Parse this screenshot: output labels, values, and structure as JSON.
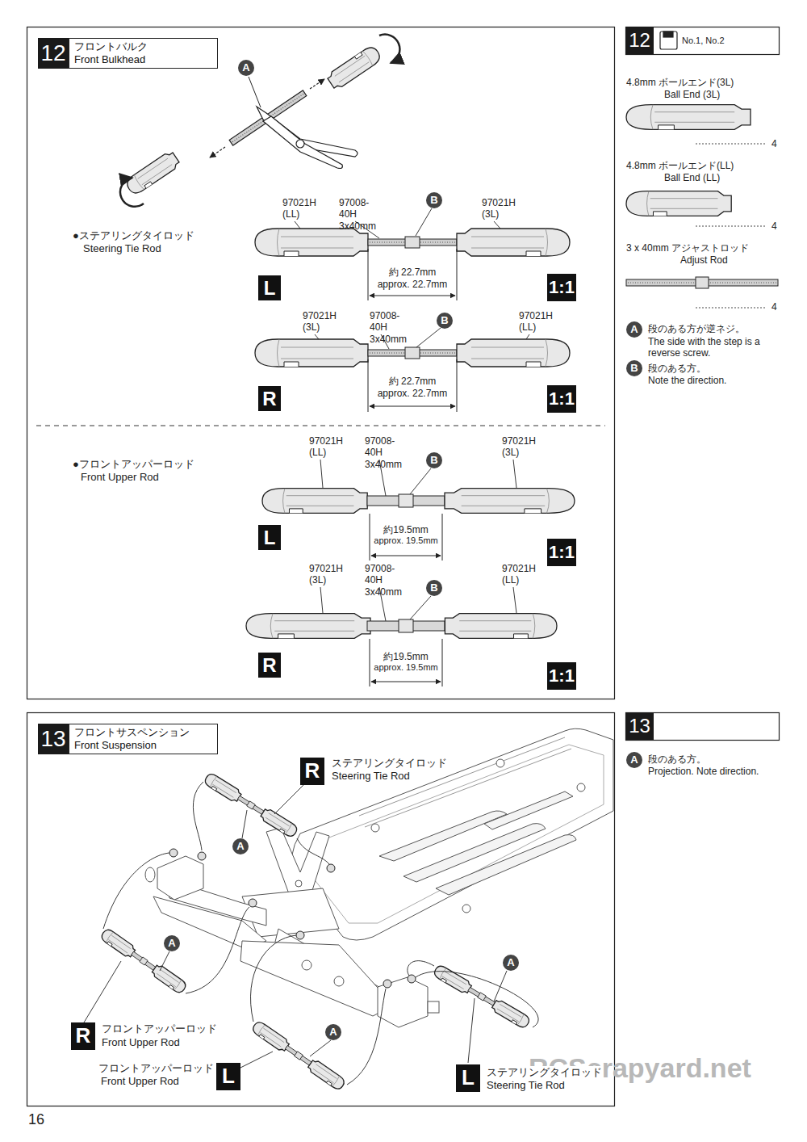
{
  "diagram": {
    "nodes": [
      {
        "text": [
          "12"
        ]
      },
      {
        "text": [
          "フロントバルク",
          "Front Bulkhead"
        ]
      },
      {
        "text": [
          "A"
        ]
      },
      {
        "text": [
          "B"
        ]
      },
      {
        "text": [
          "L"
        ]
      },
      {
        "text": [
          "1:1"
        ]
      },
      {
        "text": [
          "B"
        ]
      },
      {
        "text": [
          "R"
        ]
      },
      {
        "text": [
          "1:1"
        ]
      },
      {
        "text": [
          "B"
        ]
      },
      {
        "text": [
          "L"
        ]
      },
      {
        "text": [
          "1:1"
        ]
      },
      {
        "text": [
          "B"
        ]
      },
      {
        "text": [
          "R"
        ]
      },
      {
        "text": [
          "1:1"
        ]
      },
      {
        "text": [
          "12"
        ]
      },
      {
        "text": [
          "A"
        ]
      },
      {
        "text": [
          "B"
        ]
      },
      {
        "text": [
          "13"
        ]
      },
      {
        "text": [
          "フロントサスペンション",
          "Front Suspension"
        ]
      },
      {
        "text": [
          "R"
        ]
      },
      {
        "text": [
          "A"
        ]
      },
      {
        "text": [
          "A"
        ]
      },
      {
        "text": [
          "R"
        ]
      },
      {
        "text": [
          "A"
        ]
      },
      {
        "text": [
          "L"
        ]
      },
      {
        "text": [
          "A"
        ]
      },
      {
        "text": [
          "L"
        ]
      },
      {
        "text": [
          "13"
        ]
      },
      {
        "text": [
          "A"
        ]
      }
    ],
    "labels": [
      "●ステアリングタイロッド",
      "Steering Tie Rod",
      "97021H (LL)",
      "97008-40H 3x40mm",
      "97021H (3L)",
      "約 22.7mm",
      "approx. 22.7mm",
      "97021H (3L)",
      "97008-40H 3x40mm",
      "97021H (LL)",
      "約 22.7mm",
      "approx. 22.7mm",
      "●フロントアッパーロッド",
      "Front Upper Rod",
      "97021H (LL)",
      "97008-40H 3x40mm",
      "97021H (3L)",
      "約19.5mm",
      "approx. 19.5mm",
      "97021H (3L)",
      "97008-40H 3x40mm",
      "97021H (LL)",
      "約19.5mm",
      "approx. 19.5mm",
      "No.1, No.2",
      "4.8mm ボールエンド(3L)",
      "Ball End (3L)",
      "4",
      "4.8mm ボールエンド(LL)",
      "Ball End (LL)",
      "4",
      "3 x 40mm アジャストロッド",
      "Adjust Rod",
      "4",
      "段のある方が逆ネジ。",
      "The side with the step is a reverse screw.",
      "段のある方。",
      "Note the direction.",
      "ステアリングタイロッド",
      "Steering Tie Rod",
      "フロントアッパーロッド",
      "Front Upper Rod",
      "フロントアッパーロッド",
      "Front Upper Rod",
      "ステアリングタイロッド",
      "Steering Tie Rod",
      "段のある方。",
      "Projection. Note direction.",
      "16",
      "RCScrapyard.net"
    ]
  }
}
